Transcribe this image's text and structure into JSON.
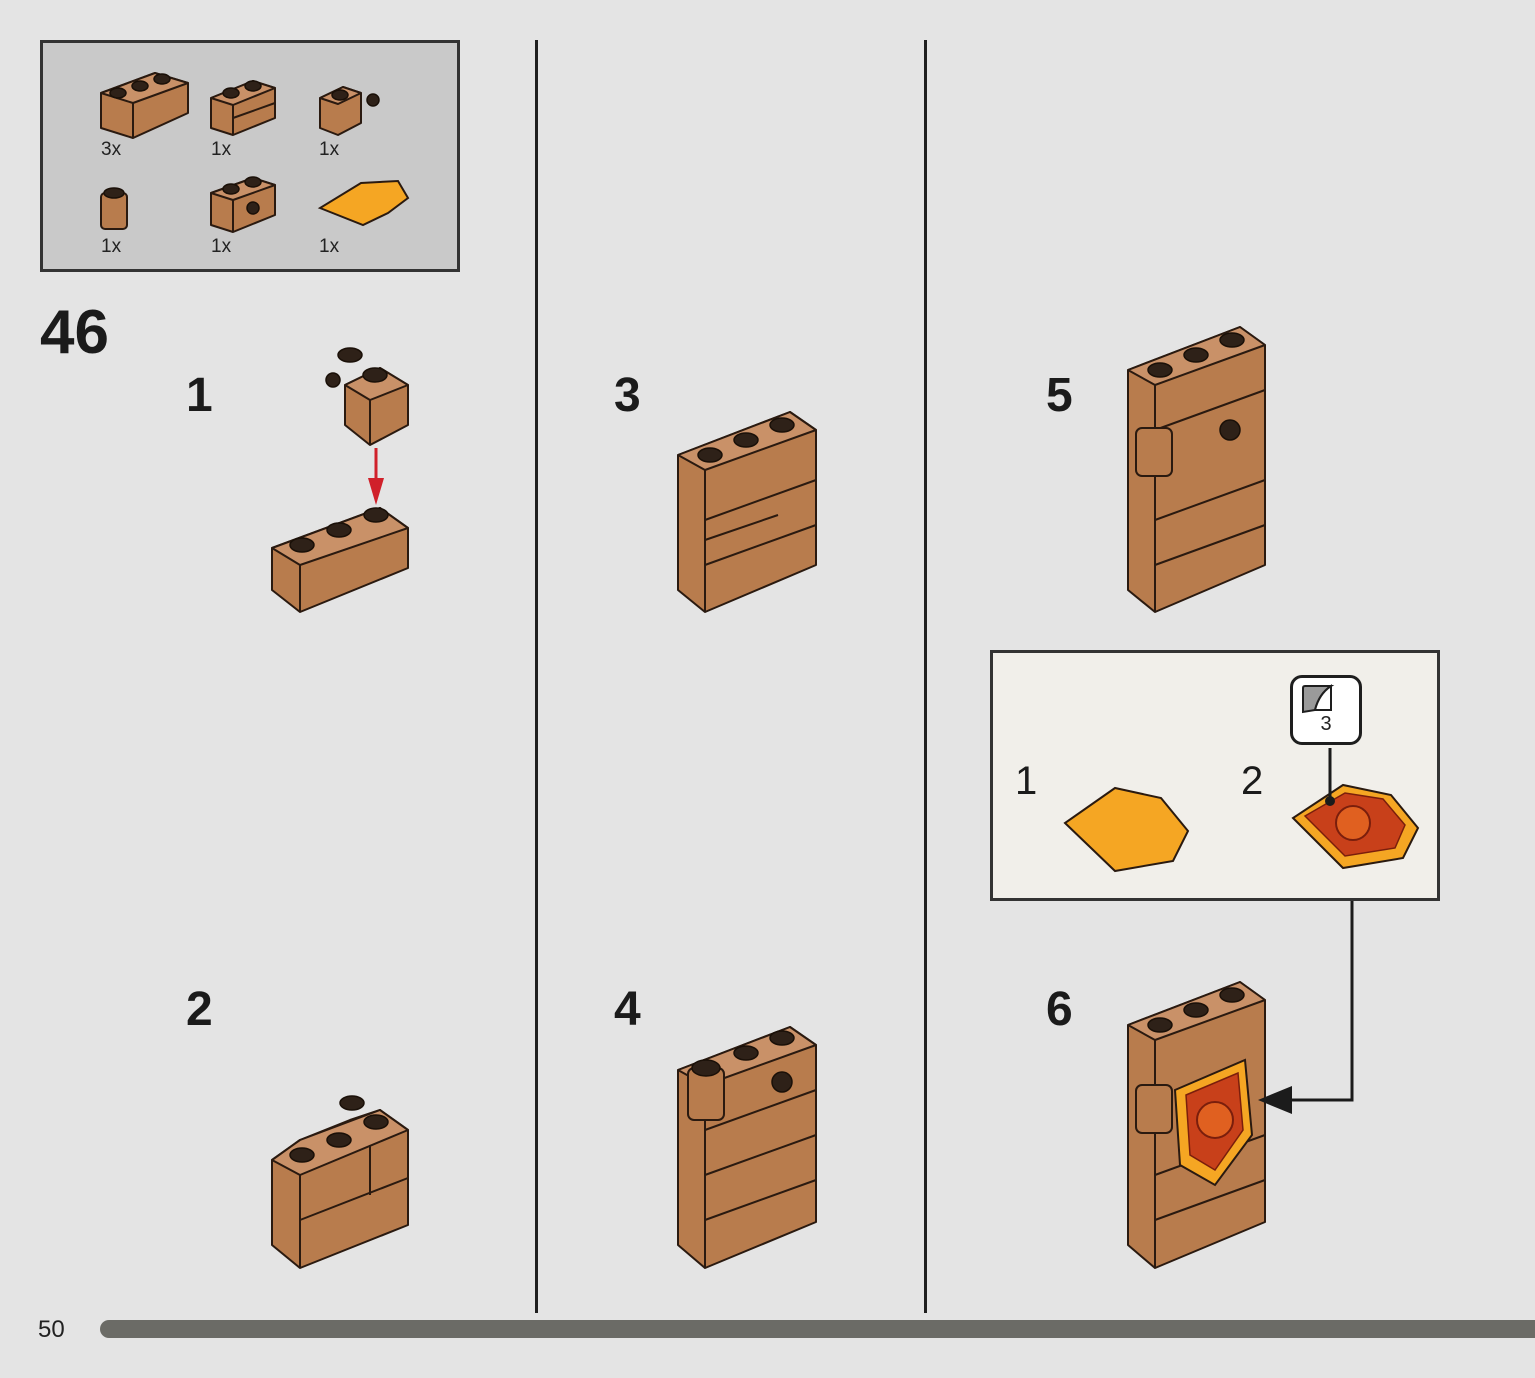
{
  "step": {
    "number": "46"
  },
  "parts": [
    {
      "qty": "3x",
      "icon": "brick-1x3-icon"
    },
    {
      "qty": "1x",
      "icon": "brick-1x2-masonry-icon"
    },
    {
      "qty": "1x",
      "icon": "brick-1x1-clip-icon"
    },
    {
      "qty": "1x",
      "icon": "round-brick-1x1-icon"
    },
    {
      "qty": "1x",
      "icon": "brick-1x2-technic-icon"
    },
    {
      "qty": "1x",
      "icon": "tile-pentagonal-icon"
    }
  ],
  "substeps": [
    "1",
    "2",
    "3",
    "4",
    "5",
    "6"
  ],
  "sticker_callout": {
    "steps": [
      "1",
      "2"
    ],
    "sticker_number": "3"
  },
  "colors": {
    "brick": "#b87c4d",
    "tile": "#f5a623",
    "arrow": "#d0202a",
    "background": "#e4e4e4"
  },
  "page": {
    "number": "50"
  }
}
